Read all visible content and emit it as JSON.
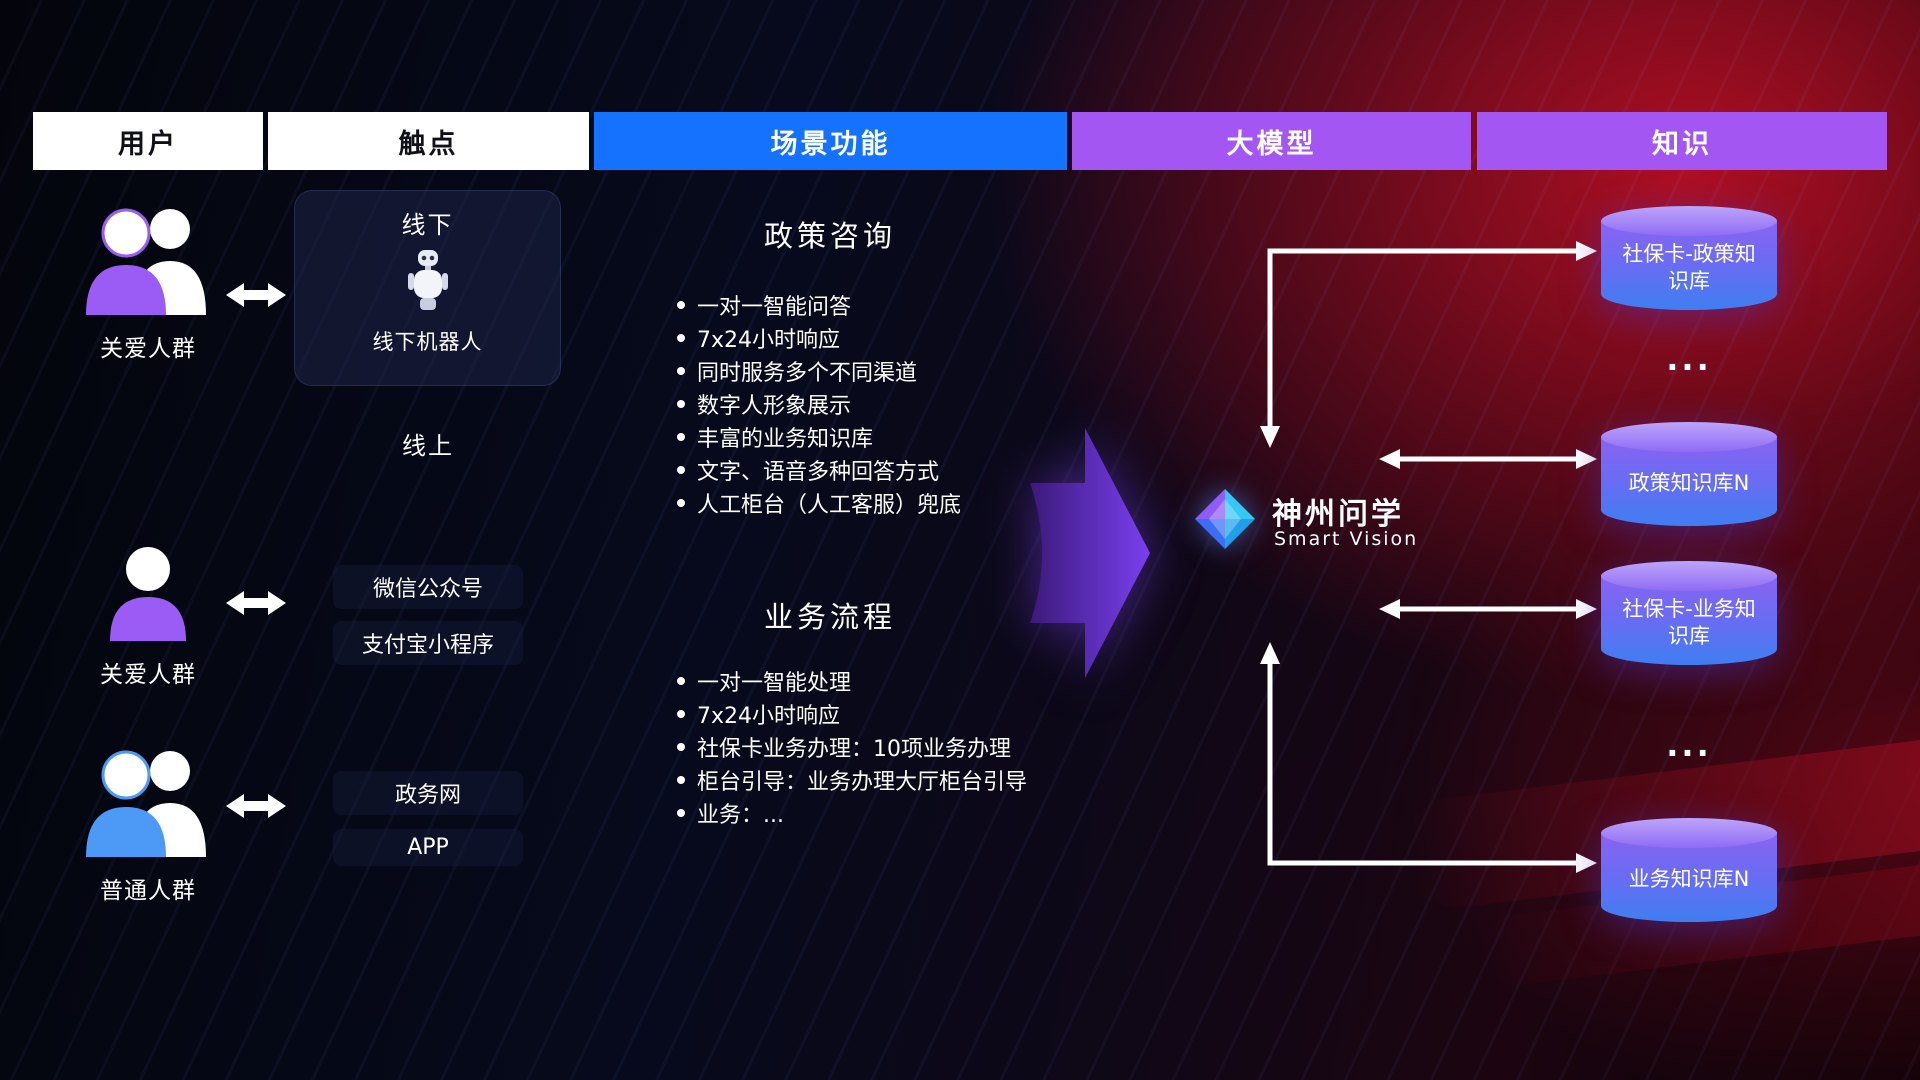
{
  "colors": {
    "header_blue": "#1472ff",
    "header_purple": "#a356f2",
    "arrow_purple": "#7a3ff0",
    "cylinder_top": "#bca4f9",
    "cylinder_bottom": "#3f7ef2",
    "background_red": "#8e0f22",
    "background_navy": "#060a1c",
    "text_white": "#ffffff"
  },
  "headers": [
    {
      "label": "用户"
    },
    {
      "label": "触点"
    },
    {
      "label": "场景功能"
    },
    {
      "label": "大模型"
    },
    {
      "label": "知识"
    }
  ],
  "users": [
    {
      "label": "关爱人群",
      "icon": "group-purple-icon"
    },
    {
      "label": "关爱人群",
      "icon": "person-purple-icon"
    },
    {
      "label": "普通人群",
      "icon": "group-blue-icon"
    }
  ],
  "touchpoints": {
    "offline": {
      "title": "线下",
      "caption": "线下机器人",
      "icon": "robot-icon"
    },
    "online_label": "线上",
    "items_online": [
      "微信公众号",
      "支付宝小程序"
    ],
    "items_portal": [
      "政务网",
      "APP"
    ]
  },
  "scenarios": [
    {
      "title": "政策咨询",
      "items": [
        "一对一智能问答",
        "7x24小时响应",
        "同时服务多个不同渠道",
        "数字人形象展示",
        "丰富的业务知识库",
        "文字、语音多种回答方式",
        "人工柜台（人工客服）兜底"
      ]
    },
    {
      "title": "业务流程",
      "items": [
        "一对一智能处理",
        "7x24小时响应",
        "社保卡业务办理：10项业务办理",
        "柜台引导：业务办理大厅柜台引导",
        "业务：..."
      ]
    }
  ],
  "model": {
    "name": "神州问学",
    "subtitle": "Smart Vision",
    "icon": "diamond-logo"
  },
  "knowledge": {
    "databases": [
      "社保卡-政策知识库",
      "政策知识库N",
      "社保卡-业务知识库",
      "业务知识库N"
    ],
    "ellipsis": "..."
  }
}
